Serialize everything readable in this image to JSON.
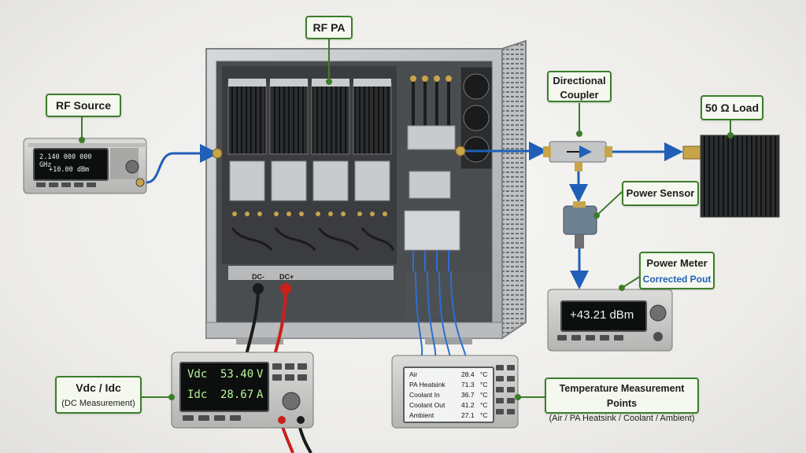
{
  "callouts": {
    "rf_pa": "RF PA",
    "rf_source": "RF Source",
    "directional_coupler_line1": "Directional",
    "directional_coupler_line2": "Coupler",
    "load": "50 Ω Load",
    "power_sensor": "Power Sensor",
    "power_meter": "Power Meter",
    "power_meter_sub": "Corrected Pout",
    "dc_meas": "Vdc / Idc",
    "dc_meas_sub": "(DC Measurement)",
    "temp_points": "Temperature Measurement Points",
    "temp_points_sub": "(Air / PA Heatsink / Coolant / Ambient)"
  },
  "rf_source_display": {
    "frequency": "2.140 000 000 GHz",
    "power": "+10.00 dBm"
  },
  "power_meter_display": {
    "reading": "+43.21 dBm"
  },
  "dc_supply_display": {
    "rows": [
      {
        "label": "Vdc",
        "value": "53.40",
        "unit": "V"
      },
      {
        "label": "Idc",
        "value": "28.67",
        "unit": "A"
      }
    ]
  },
  "dc_terminals": {
    "neg": "DC-",
    "pos": "DC+"
  },
  "temperature_display": {
    "unit": "°C",
    "rows": [
      {
        "label": "Air",
        "value": "28.4"
      },
      {
        "label": "PA Heatsink",
        "value": "71.3"
      },
      {
        "label": "Coolant In",
        "value": "36.7"
      },
      {
        "label": "Coolant Out",
        "value": "41.2"
      },
      {
        "label": "Ambient",
        "value": "27.1"
      }
    ]
  },
  "colors": {
    "accent_green": "#3c7d2a",
    "signal_blue": "#1f5fb8",
    "dc_red": "#c8201c",
    "lcd_green": "#b8f59a"
  }
}
